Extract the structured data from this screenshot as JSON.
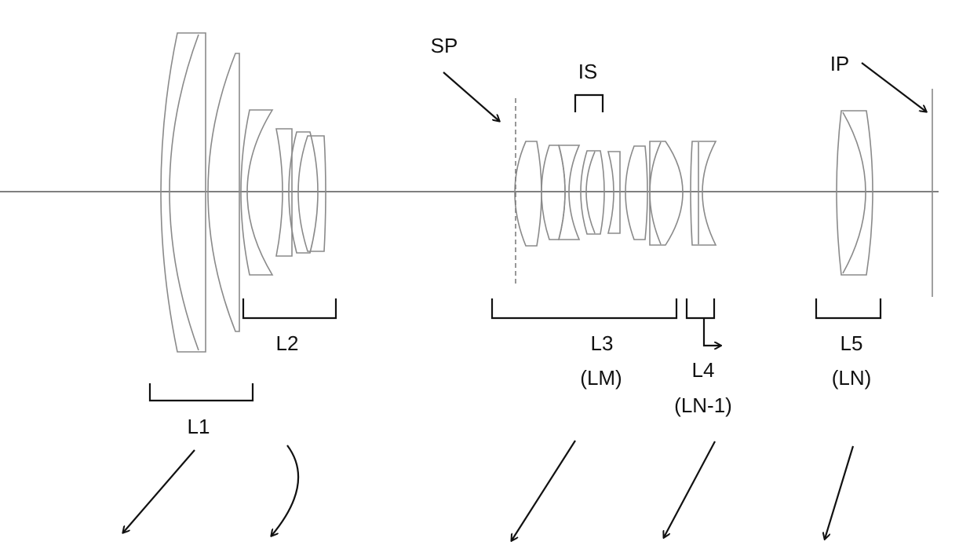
{
  "labels": {
    "sp": "SP",
    "is": "IS",
    "ip": "IP",
    "l1": "L1",
    "l2": "L2",
    "l3": "L3",
    "l3_alt": "(LM)",
    "l4": "L4",
    "l4_alt": "(LN-1)",
    "l5": "L5",
    "l5_alt": "(LN)"
  },
  "colors": {
    "lens": "#8a8a8a",
    "line": "#111111",
    "axis": "#555555"
  }
}
